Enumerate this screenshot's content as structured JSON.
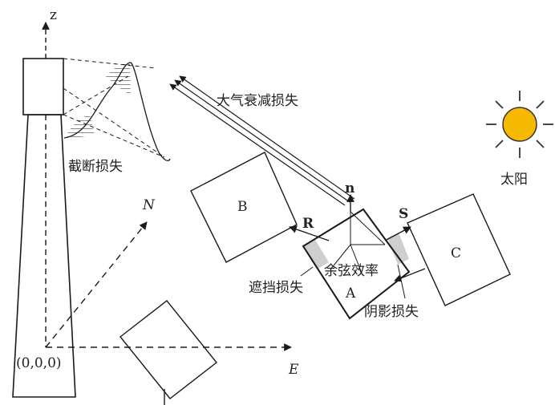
{
  "labels": {
    "axis_z": "z",
    "axis_n": "N",
    "axis_e": "E",
    "origin": "(0,0,0)",
    "atmospheric_loss": "大气衰减损失",
    "truncation_loss": "截断损失",
    "blocking_loss": "遮挡损失",
    "shadow_loss": "阴影损失",
    "cosine_efficiency": "余弦效率",
    "sun": "太阳",
    "heliostat_a": "A",
    "heliostat_b": "B",
    "heliostat_c": "C",
    "normal_vector": "n",
    "reflect_vector": "R",
    "sun_vector": "S"
  },
  "colors": {
    "line": "#1a1a1a",
    "sun_fill": "#f6b800",
    "sun_stroke": "#333333",
    "loss_patch": "#cfcfcf"
  },
  "icons": {
    "sun": "sun-icon"
  }
}
